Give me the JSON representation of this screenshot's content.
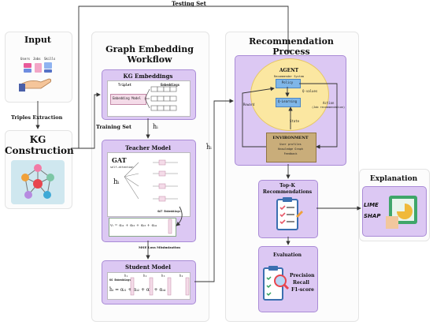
{
  "colors": {
    "panel_fill": "#dcc8f3",
    "panel_border": "#a98bd6",
    "agent_circle": "#fbe7a1",
    "environment_box": "#c9ad7a"
  },
  "arrows": {
    "testing_set": "Testing Set",
    "triples_extraction": "Triples Extraction",
    "training_set": "Training Set",
    "h_i": "hᵢ",
    "h_i_side": "ĥᵢ",
    "mse_loss": "MSE Loss Minimization"
  },
  "input": {
    "title": "Input",
    "users": "Users",
    "jobs": "Jobs",
    "skills": "Skills"
  },
  "kg": {
    "title_line1": "KG",
    "title_line2": "Construction"
  },
  "workflow": {
    "title_line1": "Graph Embedding",
    "title_line2": "Workflow"
  },
  "kg_embeddings": {
    "title": "KG Embeddings",
    "triplet": "Triplet",
    "embeddings": "Embeddings",
    "model": "Embedding Model"
  },
  "teacher": {
    "title": "Teacher Model",
    "gat": "GAT",
    "self_attention": "self-attention",
    "h": "hᵢ",
    "gat_embeddings": "GAT Embeddings",
    "formula": "vᵢ = αᵢ₁ + αᵢ₂ + αᵢ₃ + αᵢ₄"
  },
  "student": {
    "title": "Student Model",
    "kg_embeddings": "KG Embeddings",
    "formula": "ĥᵢ = αᵢ₁ + αᵢ₂ + αᵢ₃ + αᵢ₄",
    "vectors": [
      "h₁",
      "h₂",
      "h₃",
      "h₄"
    ]
  },
  "recommendation": {
    "title_line1": "Recommendation",
    "title_line2": "Process",
    "agent": "AGENT",
    "agent_sub": "Recommender System",
    "policy": "Policy",
    "q_values": "Q-values",
    "q_learning": "Q-Learning",
    "reward": "Reward",
    "action": "Action",
    "action_sub": "(Job recommendation)",
    "state": "State",
    "environment": "ENVIRONMENT",
    "env_lines": [
      "User profiles",
      "Knowledge Graph",
      "Feedback"
    ]
  },
  "topk": {
    "title_line1": "Top-K",
    "title_line2": "Recommendations"
  },
  "evaluation": {
    "title": "Evaluation",
    "metrics": [
      "Precision",
      "Recall",
      "F1-score"
    ]
  },
  "explanation": {
    "title": "Explanation",
    "lime": "LIME",
    "shap": "SHAP"
  }
}
